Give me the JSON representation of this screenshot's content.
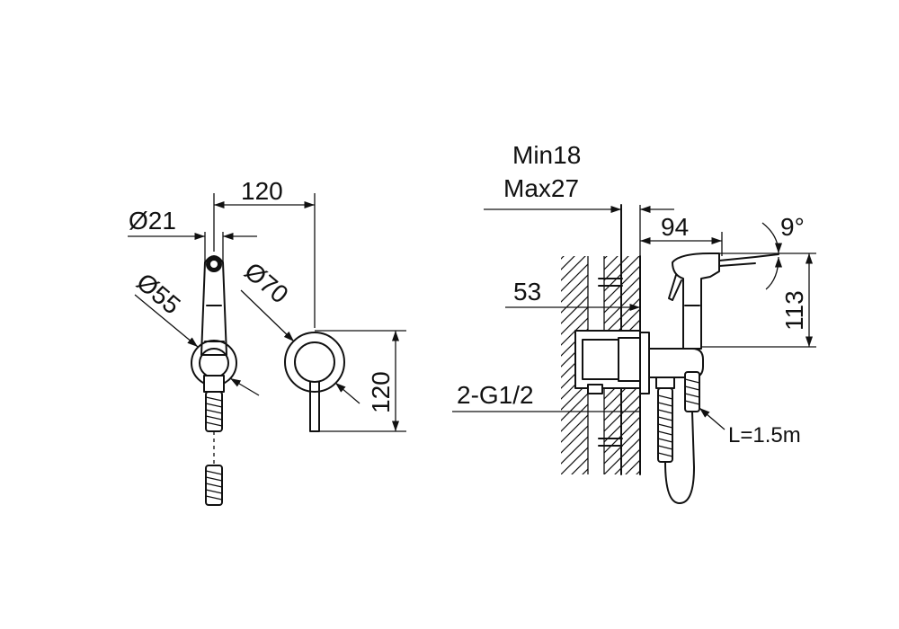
{
  "colors": {
    "line": "#111111",
    "background": "#ffffff"
  },
  "dimensions": {
    "center_to_wall": "120",
    "nozzle_diameter": "Ø21",
    "holder_diameter": "Ø55",
    "plate_diameter": "Ø70",
    "plate_height": "120",
    "wall_min": "Min18",
    "wall_max": "Max27",
    "projection": "94",
    "spray_angle": "9°",
    "spray_height": "113",
    "offset": "53",
    "connection": "2-G1/2",
    "hose_length": "L=1.5m"
  }
}
